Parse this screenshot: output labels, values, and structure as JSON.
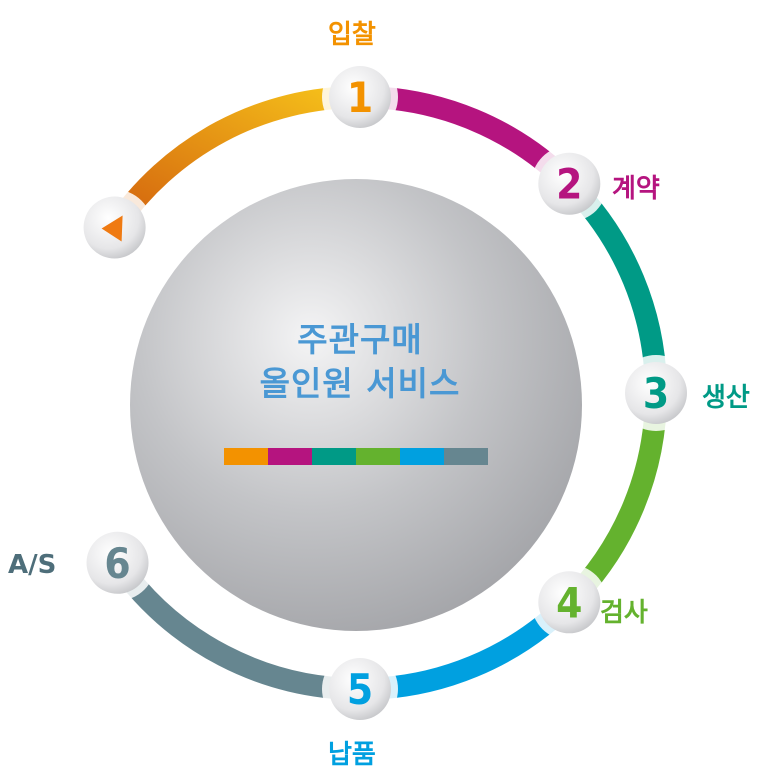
{
  "center": {
    "line1": "주관구매",
    "line2": "올인원 서비스"
  },
  "colors": [
    "#f39200",
    "#b5147f",
    "#009a86",
    "#64b22e",
    "#00a0e0",
    "#668690"
  ],
  "start_icon": "play-triangle-icon",
  "steps": [
    {
      "number": "1",
      "label": "입찰",
      "color": "#f39200"
    },
    {
      "number": "2",
      "label": "계약",
      "color": "#b5147f"
    },
    {
      "number": "3",
      "label": "생산",
      "color": "#009a86"
    },
    {
      "number": "4",
      "label": "검사",
      "color": "#64b22e"
    },
    {
      "number": "5",
      "label": "납품",
      "color": "#00a0e0"
    },
    {
      "number": "6",
      "label": "A/S",
      "color": "#668690"
    }
  ]
}
